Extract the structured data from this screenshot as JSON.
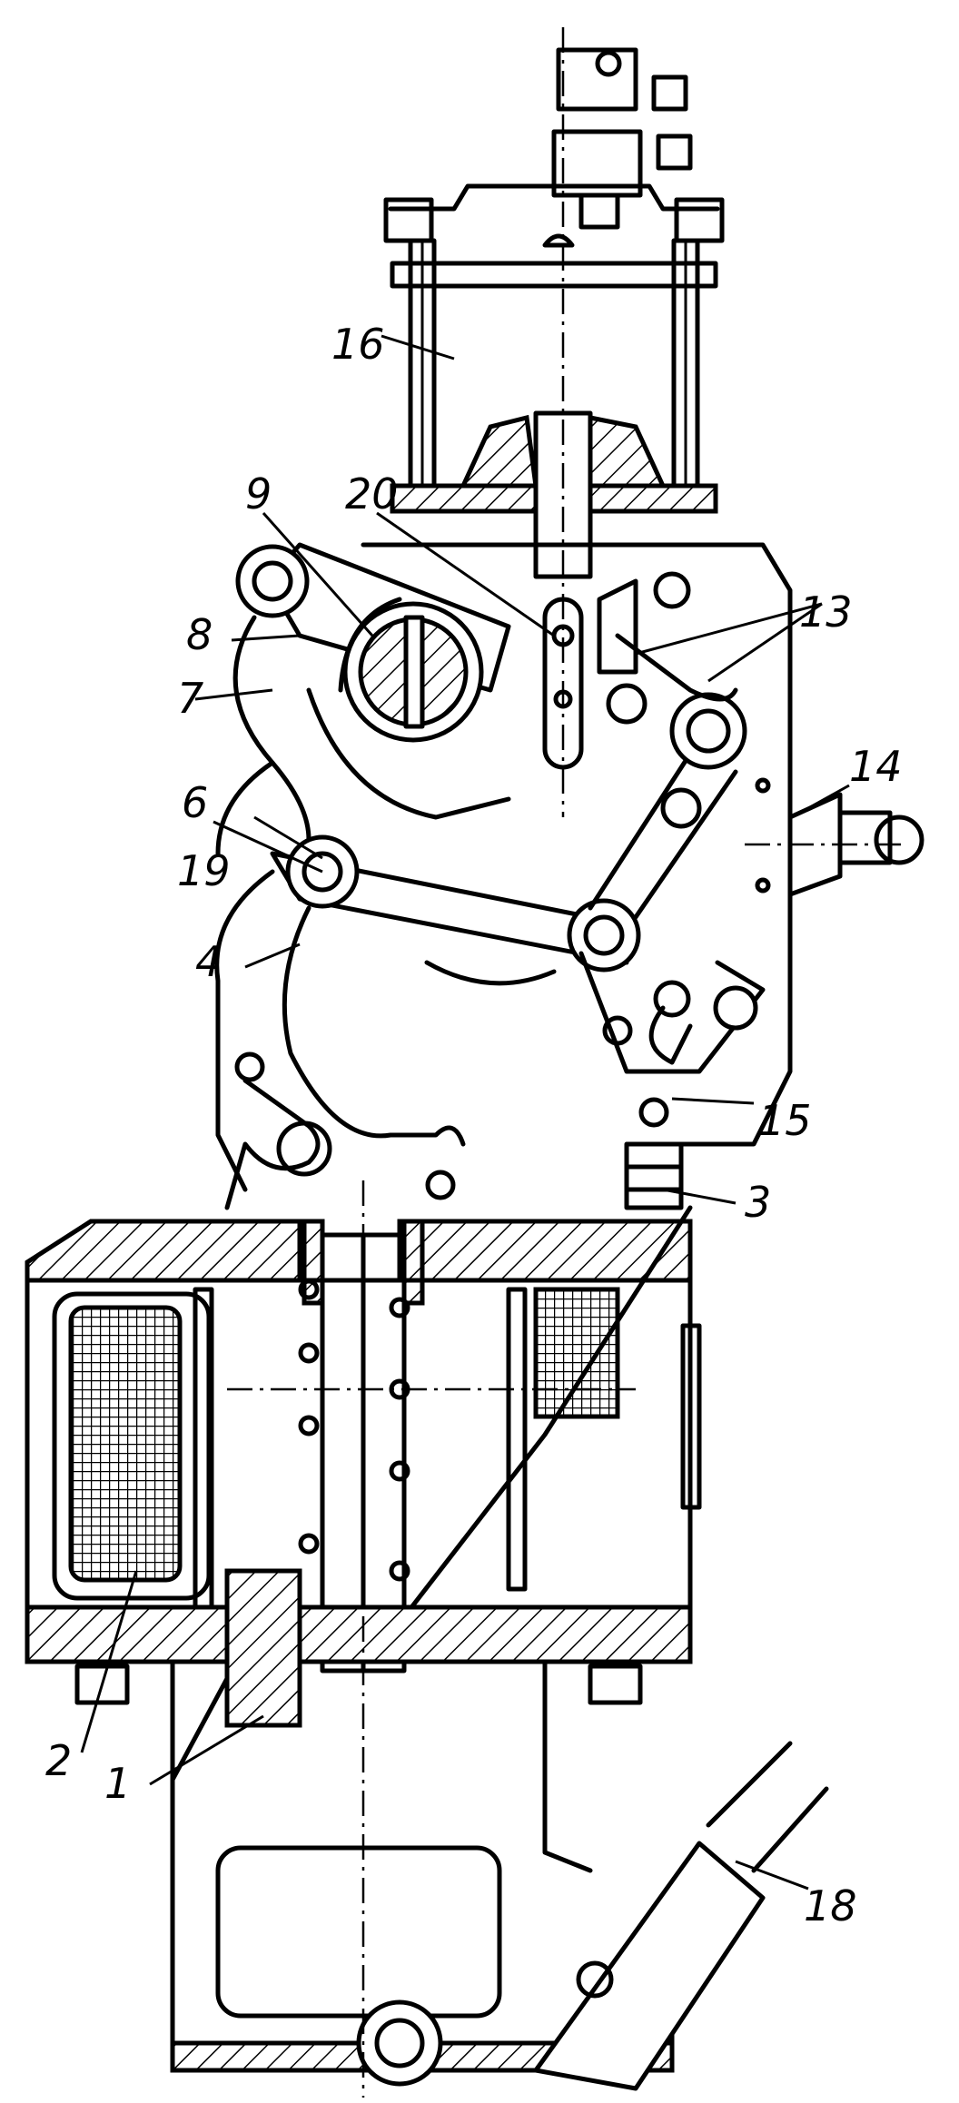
{
  "figure": {
    "labels": {
      "l1": "1",
      "l2": "2",
      "l3": "3",
      "l4": "4",
      "l6": "6",
      "l7": "7",
      "l8": "8",
      "l9": "9",
      "l13": "13",
      "l14": "14",
      "l15": "15",
      "l16": "16",
      "l18": "18",
      "l19": "19",
      "l20": "20"
    }
  }
}
